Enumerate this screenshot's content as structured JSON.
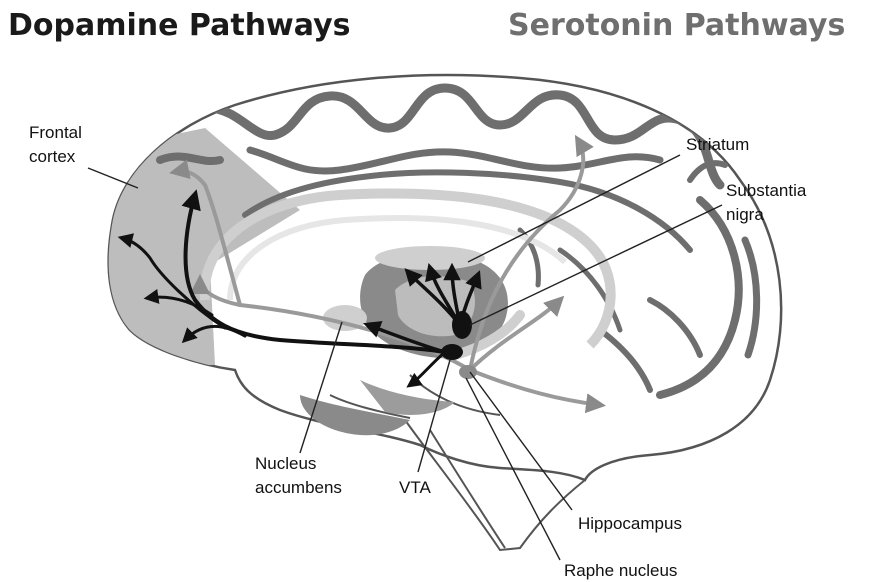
{
  "titles": {
    "dopamine": "Dopamine Pathways",
    "serotonin": "Serotonin Pathways"
  },
  "labels": {
    "frontal_cortex": [
      "Frontal",
      "cortex"
    ],
    "striatum": [
      "Striatum"
    ],
    "substantia_nigra": [
      "Substantia",
      "nigra"
    ],
    "nucleus_accumbens": [
      "Nucleus",
      "accumbens"
    ],
    "vta": [
      "VTA"
    ],
    "hippocampus": [
      "Hippocampus"
    ],
    "raphe_nucleus": [
      "Raphe nucleus"
    ]
  },
  "colors": {
    "dopamine_pathway": "#111111",
    "serotonin_pathway": "#9a9a9a",
    "brain_outline": "#555555",
    "highlight_region": "#bdbdbd"
  }
}
